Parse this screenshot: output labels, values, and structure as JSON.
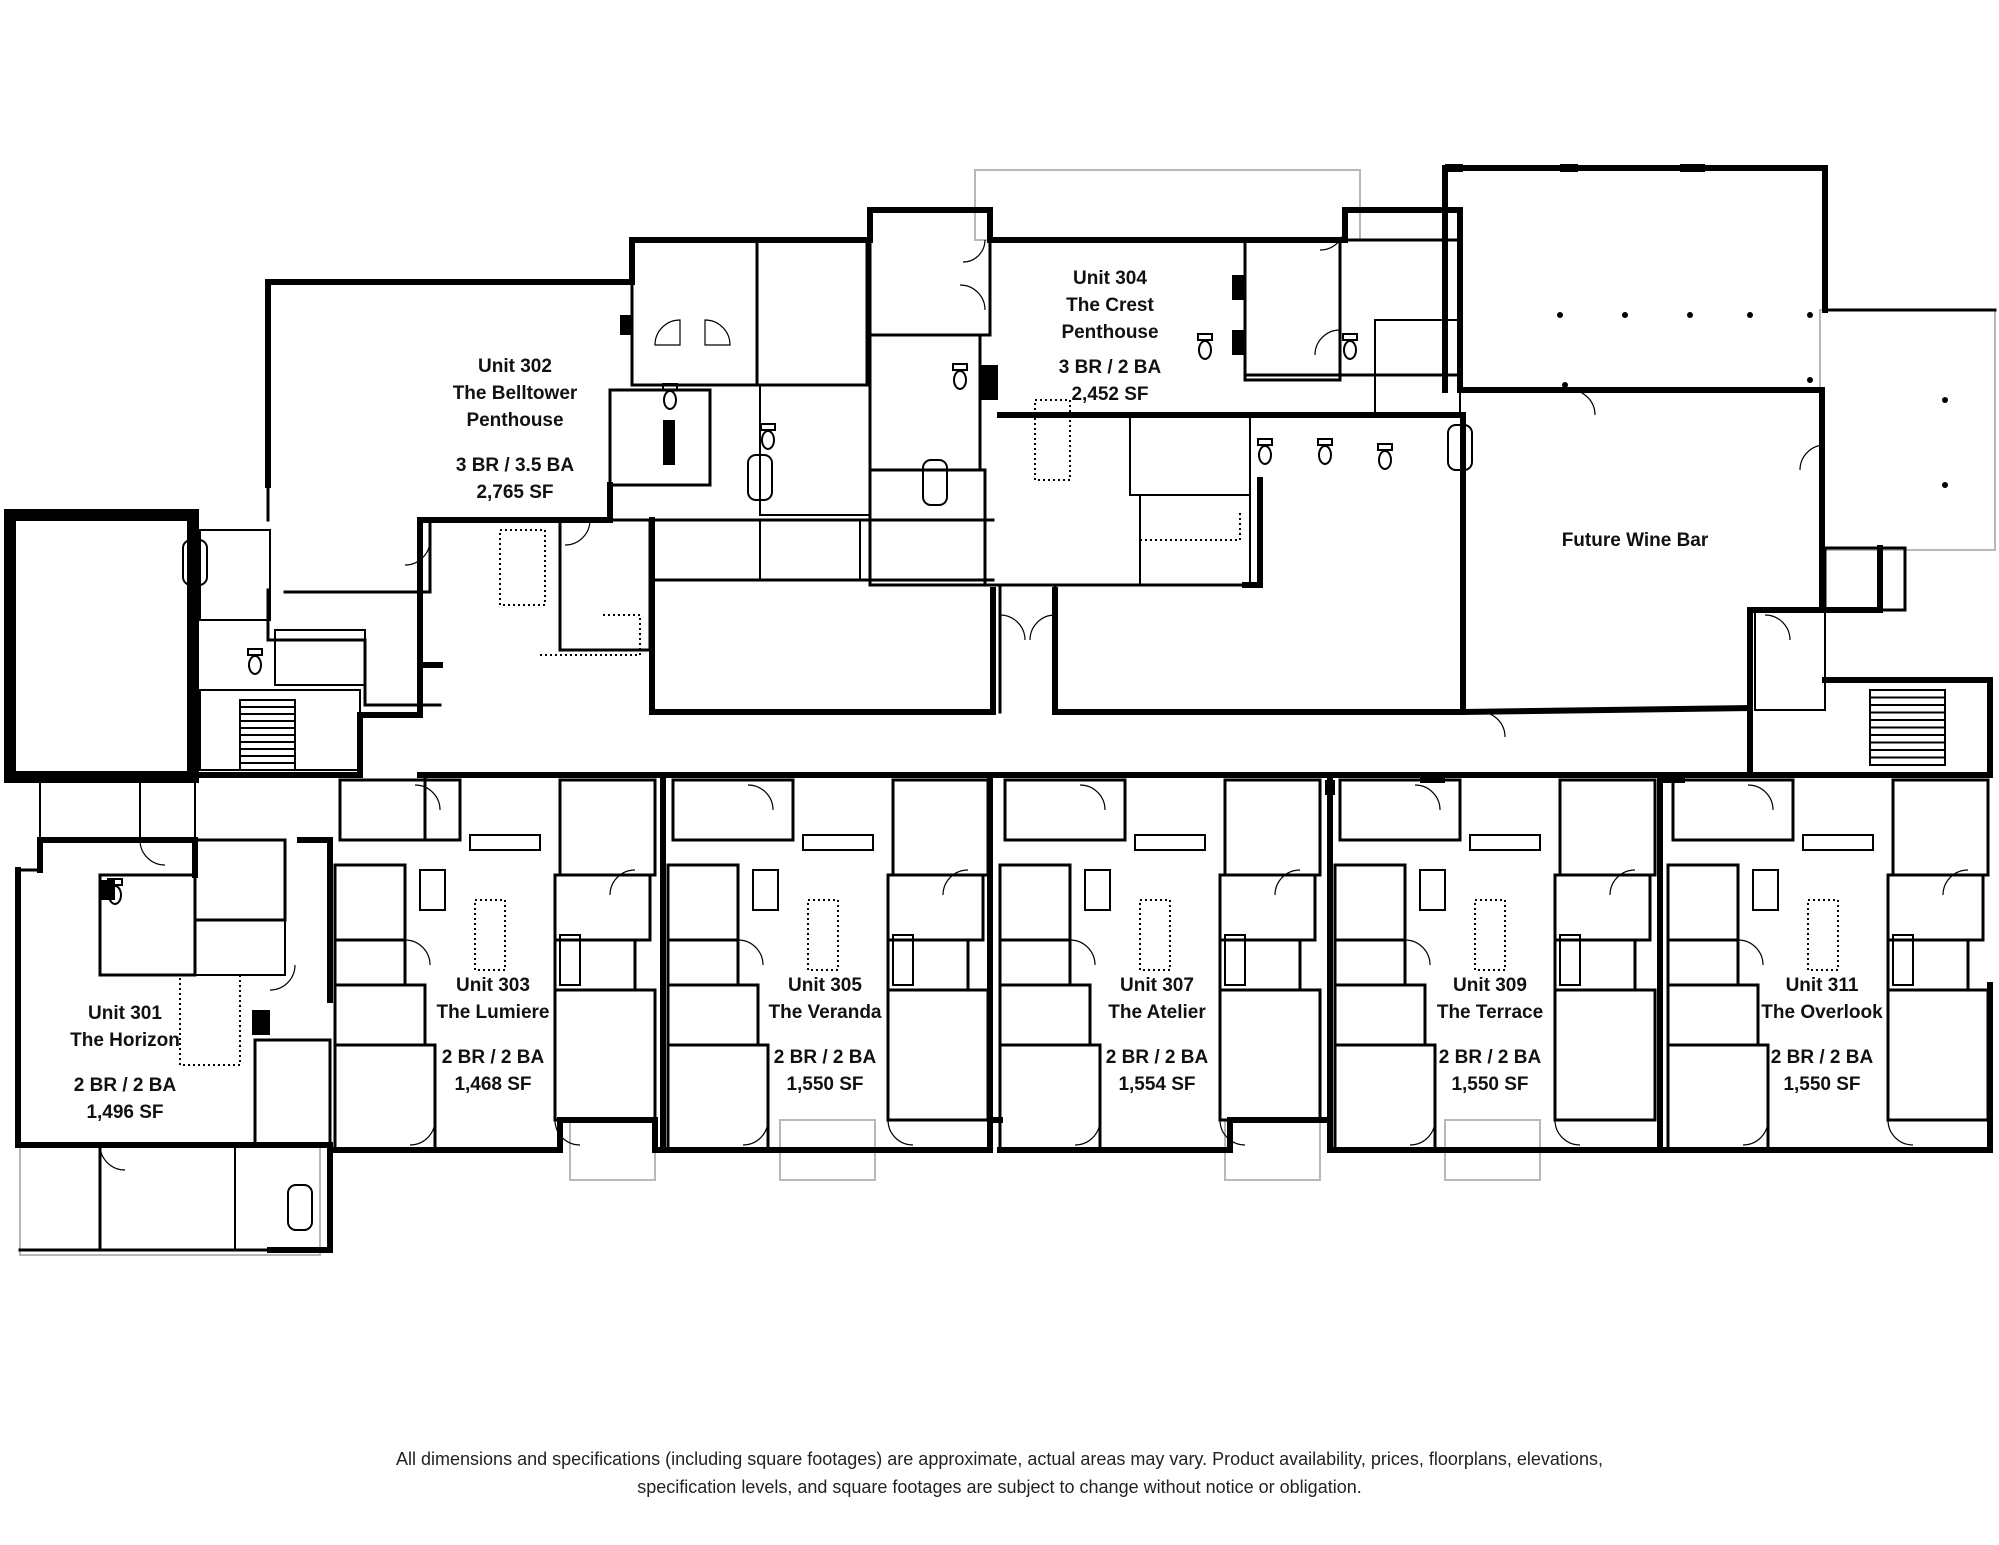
{
  "units": [
    {
      "id": "u302",
      "name": "Unit 302",
      "title": "The Belltower",
      "subtitle": "Penthouse",
      "beds": "3 BR / 3.5 BA",
      "area": "2,765 SF"
    },
    {
      "id": "u304",
      "name": "Unit 304",
      "title": "The Crest",
      "subtitle": "Penthouse",
      "beds": "3 BR / 2 BA",
      "area": "2,452 SF"
    },
    {
      "id": "u301",
      "name": "Unit 301",
      "title": "The Horizon",
      "beds": "2 BR / 2 BA",
      "area": "1,496 SF"
    },
    {
      "id": "u303",
      "name": "Unit 303",
      "title": "The Lumiere",
      "beds": "2 BR / 2 BA",
      "area": "1,468 SF"
    },
    {
      "id": "u305",
      "name": "Unit 305",
      "title": "The Veranda",
      "beds": "2 BR / 2 BA",
      "area": "1,550 SF"
    },
    {
      "id": "u307",
      "name": "Unit 307",
      "title": "The Atelier",
      "beds": "2 BR / 2 BA",
      "area": "1,554 SF"
    },
    {
      "id": "u309",
      "name": "Unit 309",
      "title": "The Terrace",
      "beds": "2 BR / 2 BA",
      "area": "1,550 SF"
    },
    {
      "id": "u311",
      "name": "Unit 311",
      "title": "The Overlook",
      "beds": "2 BR / 2 BA",
      "area": "1,550 SF"
    }
  ],
  "amenity": {
    "wine_bar": "Future Wine Bar"
  },
  "disclaimer": {
    "line1": "All dimensions and specifications (including square footages) are approximate, actual areas may vary. Product availability, prices, floorplans, elevations,",
    "line2": "specification levels, and square footages are subject to change without notice or obligation."
  }
}
